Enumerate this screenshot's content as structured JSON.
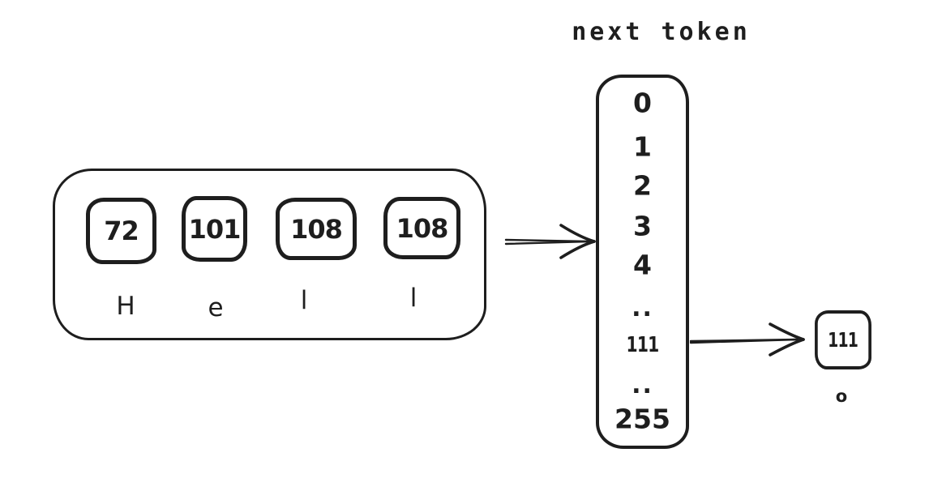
{
  "diagram": {
    "colors": {
      "stroke": "#1e1e1e",
      "background": "#ffffff"
    },
    "input_sequence": {
      "tokens": [
        {
          "byte": "72",
          "char": "H"
        },
        {
          "byte": "101",
          "char": "e"
        },
        {
          "byte": "108",
          "char": "l"
        },
        {
          "byte": "108",
          "char": "l"
        }
      ]
    },
    "vocab_column": {
      "label": "next token",
      "items": [
        "0",
        "1",
        "2",
        "3",
        "4",
        "..",
        "111",
        "..",
        "255"
      ]
    },
    "output": {
      "byte": "111",
      "char": "o"
    }
  }
}
